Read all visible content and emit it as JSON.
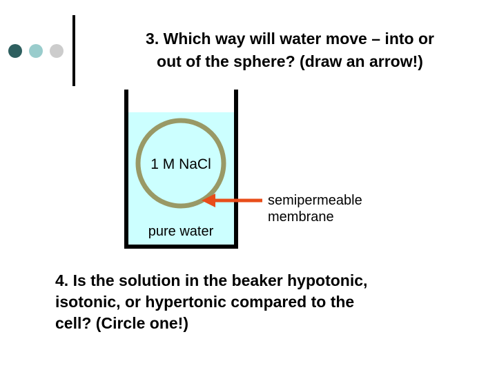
{
  "question3": {
    "line1": "3. Which way will water move – into or",
    "line2": "out of the sphere?  (draw an arrow!)"
  },
  "diagram": {
    "inside_label": "1 M NaCl",
    "outside_label": "pure water",
    "membrane_label_line1": "semipermeable",
    "membrane_label_line2": "membrane",
    "colors": {
      "water": "#ccffff",
      "membrane": "#999966",
      "arrow": "#e84d1a",
      "beaker": "#000000"
    }
  },
  "question4": {
    "line1": "4. Is the solution in the beaker hypotonic,",
    "line2": "isotonic, or hypertonic compared to the",
    "line3": "cell?  (Circle one!)"
  },
  "decor": {
    "dot_colors": [
      "#2e5f5f",
      "#99cccc",
      "#cccccc"
    ]
  }
}
